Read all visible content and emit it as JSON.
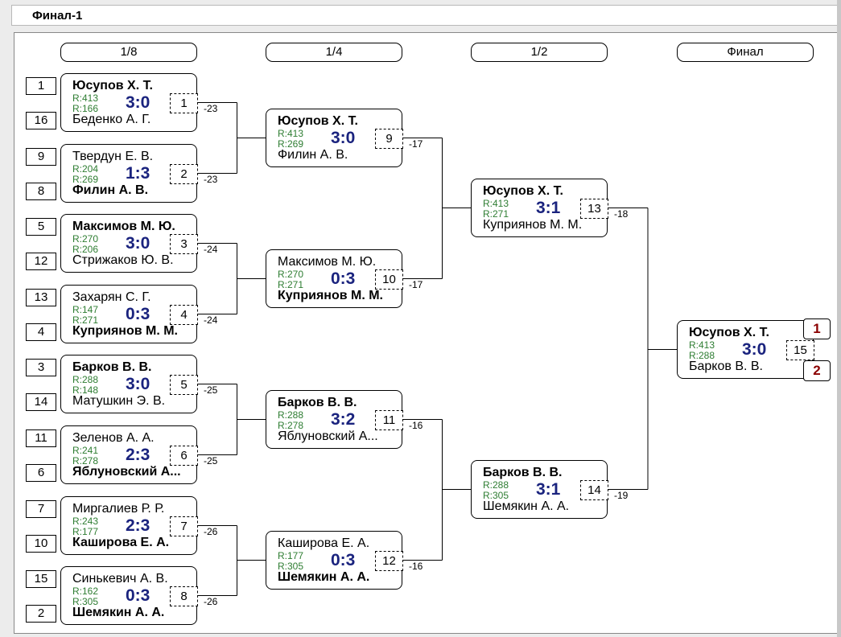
{
  "title": "Финал-1",
  "rounds": [
    "1/8",
    "1/4",
    "1/2",
    "Финал"
  ],
  "seeds": [
    "1",
    "16",
    "9",
    "8",
    "5",
    "12",
    "13",
    "4",
    "3",
    "14",
    "11",
    "6",
    "7",
    "10",
    "15",
    "2"
  ],
  "matches": [
    {
      "num": "1",
      "p1": "Юсупов Х. Т.",
      "r1": "R:413",
      "p2": "Беденко А. Г.",
      "r2": "R:166",
      "score": "3:0",
      "winner": 1,
      "tag": "-23"
    },
    {
      "num": "2",
      "p1": "Твердун Е. В.",
      "r1": "R:204",
      "p2": "Филин А. В.",
      "r2": "R:269",
      "score": "1:3",
      "winner": 2,
      "tag": "-23"
    },
    {
      "num": "3",
      "p1": "Максимов М. Ю.",
      "r1": "R:270",
      "p2": "Стрижаков Ю. В.",
      "r2": "R:206",
      "score": "3:0",
      "winner": 1,
      "tag": "-24"
    },
    {
      "num": "4",
      "p1": "Захарян С. Г.",
      "r1": "R:147",
      "p2": "Куприянов М. М.",
      "r2": "R:271",
      "score": "0:3",
      "winner": 2,
      "tag": "-24"
    },
    {
      "num": "5",
      "p1": "Барков В. В.",
      "r1": "R:288",
      "p2": "Матушкин Э. В.",
      "r2": "R:148",
      "score": "3:0",
      "winner": 1,
      "tag": "-25"
    },
    {
      "num": "6",
      "p1": "Зеленов А. А.",
      "r1": "R:241",
      "p2": "Яблуновский А...",
      "r2": "R:278",
      "score": "2:3",
      "winner": 2,
      "tag": "-25"
    },
    {
      "num": "7",
      "p1": "Миргалиев Р. Р.",
      "r1": "R:243",
      "p2": "Каширова Е. А.",
      "r2": "R:177",
      "score": "2:3",
      "winner": 2,
      "tag": "-26"
    },
    {
      "num": "8",
      "p1": "Синькевич А. В.",
      "r1": "R:162",
      "p2": "Шемякин А. А.",
      "r2": "R:305",
      "score": "0:3",
      "winner": 2,
      "tag": "-26"
    },
    {
      "num": "9",
      "p1": "Юсупов Х. Т.",
      "r1": "R:413",
      "p2": "Филин А. В.",
      "r2": "R:269",
      "score": "3:0",
      "winner": 1,
      "tag": "-17"
    },
    {
      "num": "10",
      "p1": "Максимов М. Ю.",
      "r1": "R:270",
      "p2": "Куприянов М. М.",
      "r2": "R:271",
      "score": "0:3",
      "winner": 2,
      "tag": "-17"
    },
    {
      "num": "11",
      "p1": "Барков В. В.",
      "r1": "R:288",
      "p2": "Яблуновский А...",
      "r2": "R:278",
      "score": "3:2",
      "winner": 1,
      "tag": "-16"
    },
    {
      "num": "12",
      "p1": "Каширова Е. А.",
      "r1": "R:177",
      "p2": "Шемякин А. А.",
      "r2": "R:305",
      "score": "0:3",
      "winner": 2,
      "tag": "-16"
    },
    {
      "num": "13",
      "p1": "Юсупов Х. Т.",
      "r1": "R:413",
      "p2": "Куприянов М. М.",
      "r2": "R:271",
      "score": "3:1",
      "winner": 1,
      "tag": "-18"
    },
    {
      "num": "14",
      "p1": "Барков В. В.",
      "r1": "R:288",
      "p2": "Шемякин А. А.",
      "r2": "R:305",
      "score": "3:1",
      "winner": 1,
      "tag": "-19"
    },
    {
      "num": "15",
      "p1": "Юсупов Х. Т.",
      "r1": "R:413",
      "p2": "Барков В. В.",
      "r2": "R:288",
      "score": "3:0",
      "winner": 1,
      "tag": ""
    }
  ],
  "places": [
    "1",
    "2"
  ]
}
